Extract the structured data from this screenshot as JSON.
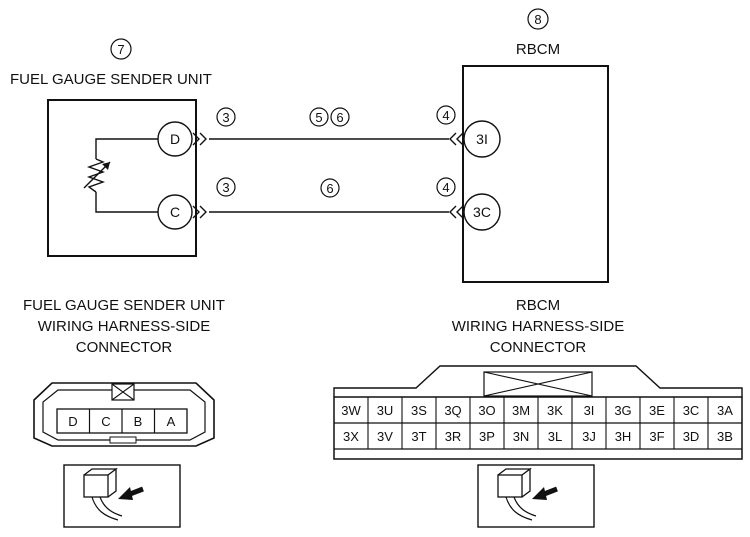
{
  "fuel_gauge_sender": {
    "ref": "7",
    "name": "FUEL GAUGE SENDER UNIT",
    "pins": [
      "D",
      "C"
    ],
    "harness_title": [
      "FUEL GAUGE SENDER UNIT",
      "WIRING HARNESS-SIDE",
      "CONNECTOR"
    ],
    "connector_cells": [
      "D",
      "C",
      "B",
      "A"
    ]
  },
  "rbcm": {
    "ref": "8",
    "name": "RBCM",
    "pins": [
      "3I",
      "3C"
    ],
    "harness_title": [
      "RBCM",
      "WIRING HARNESS-SIDE",
      "CONNECTOR"
    ],
    "connector_rows": [
      [
        "3W",
        "3U",
        "3S",
        "3Q",
        "3O",
        "3M",
        "3K",
        "3I",
        "3G",
        "3E",
        "3C",
        "3A"
      ],
      [
        "3X",
        "3V",
        "3T",
        "3R",
        "3P",
        "3N",
        "3L",
        "3J",
        "3H",
        "3F",
        "3D",
        "3B"
      ]
    ]
  },
  "wires": [
    {
      "left_ref": "3",
      "mid_refs": [
        "5",
        "6"
      ],
      "right_ref": "4"
    },
    {
      "left_ref": "3",
      "mid_refs": [
        "6"
      ],
      "right_ref": "4"
    }
  ]
}
